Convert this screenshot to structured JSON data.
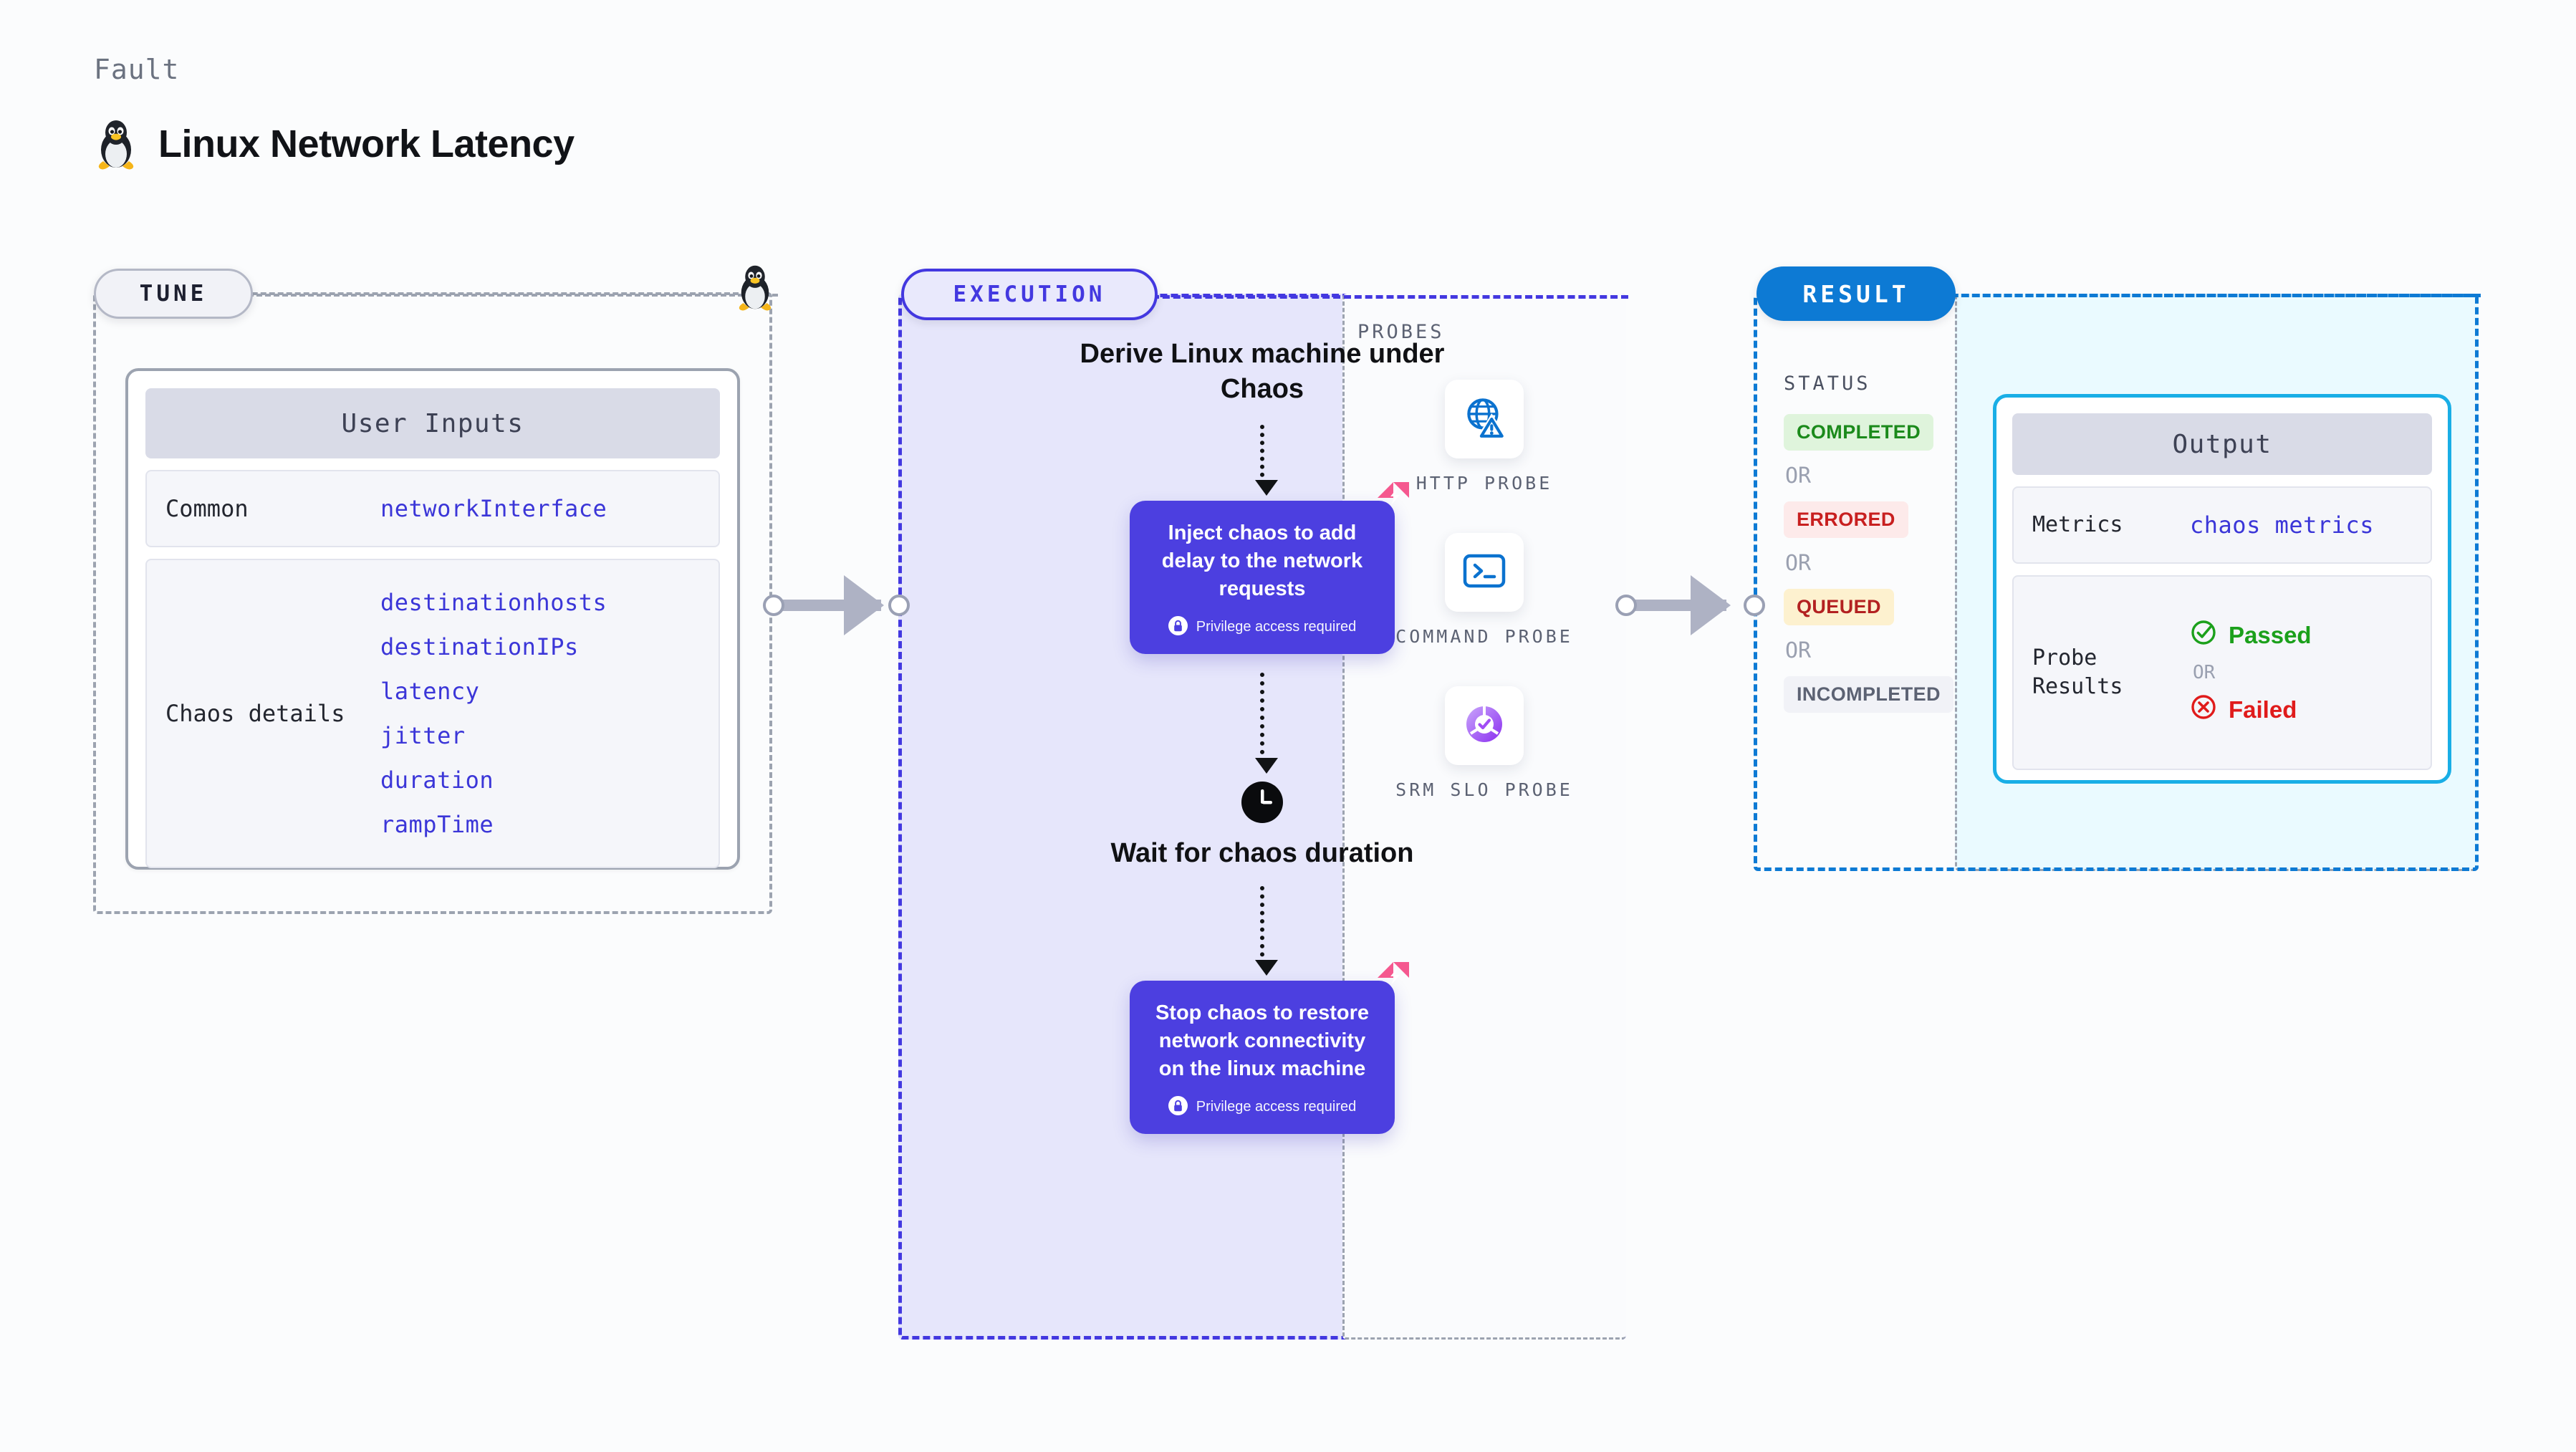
{
  "header": {
    "kicker": "Fault",
    "title": "Linux Network Latency",
    "icon": "linux-penguin-icon"
  },
  "stages": {
    "tune": {
      "pill": "TUNE"
    },
    "execution": {
      "pill": "EXECUTION"
    },
    "result": {
      "pill": "RESULT"
    }
  },
  "tune": {
    "card_title": "User Inputs",
    "rows": [
      {
        "label": "Common",
        "values": [
          "networkInterface"
        ]
      },
      {
        "label": "Chaos details",
        "values": [
          "destinationhosts",
          "destinationIPs",
          "latency",
          "jitter",
          "duration",
          "rampTime"
        ]
      }
    ],
    "marker_icon": "linux-penguin-icon"
  },
  "execution": {
    "step_title": "Derive Linux machine under Chaos",
    "inject_card": {
      "text": "Inject chaos to add delay to the network requests",
      "privilege": "Privilege access required",
      "badge_icon": "chaos-fault-icon",
      "lock_icon": "lock-icon"
    },
    "wait": {
      "icon": "clock-icon",
      "label": "Wait for chaos duration"
    },
    "stop_card": {
      "text": "Stop chaos to restore network connectivity on the linux machine",
      "privilege": "Privilege access required",
      "badge_icon": "chaos-fault-icon",
      "lock_icon": "lock-icon"
    }
  },
  "probes": {
    "section_label": "PROBES",
    "items": [
      {
        "caption": "HTTP PROBE",
        "icon": "globe-warning-icon"
      },
      {
        "caption": "COMMAND PROBE",
        "icon": "terminal-icon"
      },
      {
        "caption": "SRM SLO PROBE",
        "icon": "srm-slo-icon"
      }
    ]
  },
  "result": {
    "status_label": "STATUS",
    "or_label": "OR",
    "statuses": [
      {
        "text": "COMPLETED",
        "bg": "#dff4dc",
        "fg": "#1b8a1b"
      },
      {
        "text": "ERRORED",
        "bg": "#fdeaea",
        "fg": "#c81f1f"
      },
      {
        "text": "QUEUED",
        "bg": "#fdf1cf",
        "fg": "#b32121"
      },
      {
        "text": "INCOMPLETED",
        "bg": "#f1f2f7",
        "fg": "#5c6273"
      }
    ]
  },
  "output": {
    "card_title": "Output",
    "metrics": {
      "label": "Metrics",
      "value": "chaos metrics"
    },
    "probe_results": {
      "label": "Probe Results",
      "passed": "Passed",
      "failed": "Failed",
      "or_label": "OR",
      "pass_icon": "check-circle-icon",
      "fail_icon": "x-circle-icon"
    }
  },
  "colors": {
    "accent_purple": "#4c3fe0",
    "accent_blue": "#0d7ad4",
    "accent_cyan": "#19aee6",
    "chaos_pink": "#f5588f",
    "value_text": "#3b36d8"
  }
}
